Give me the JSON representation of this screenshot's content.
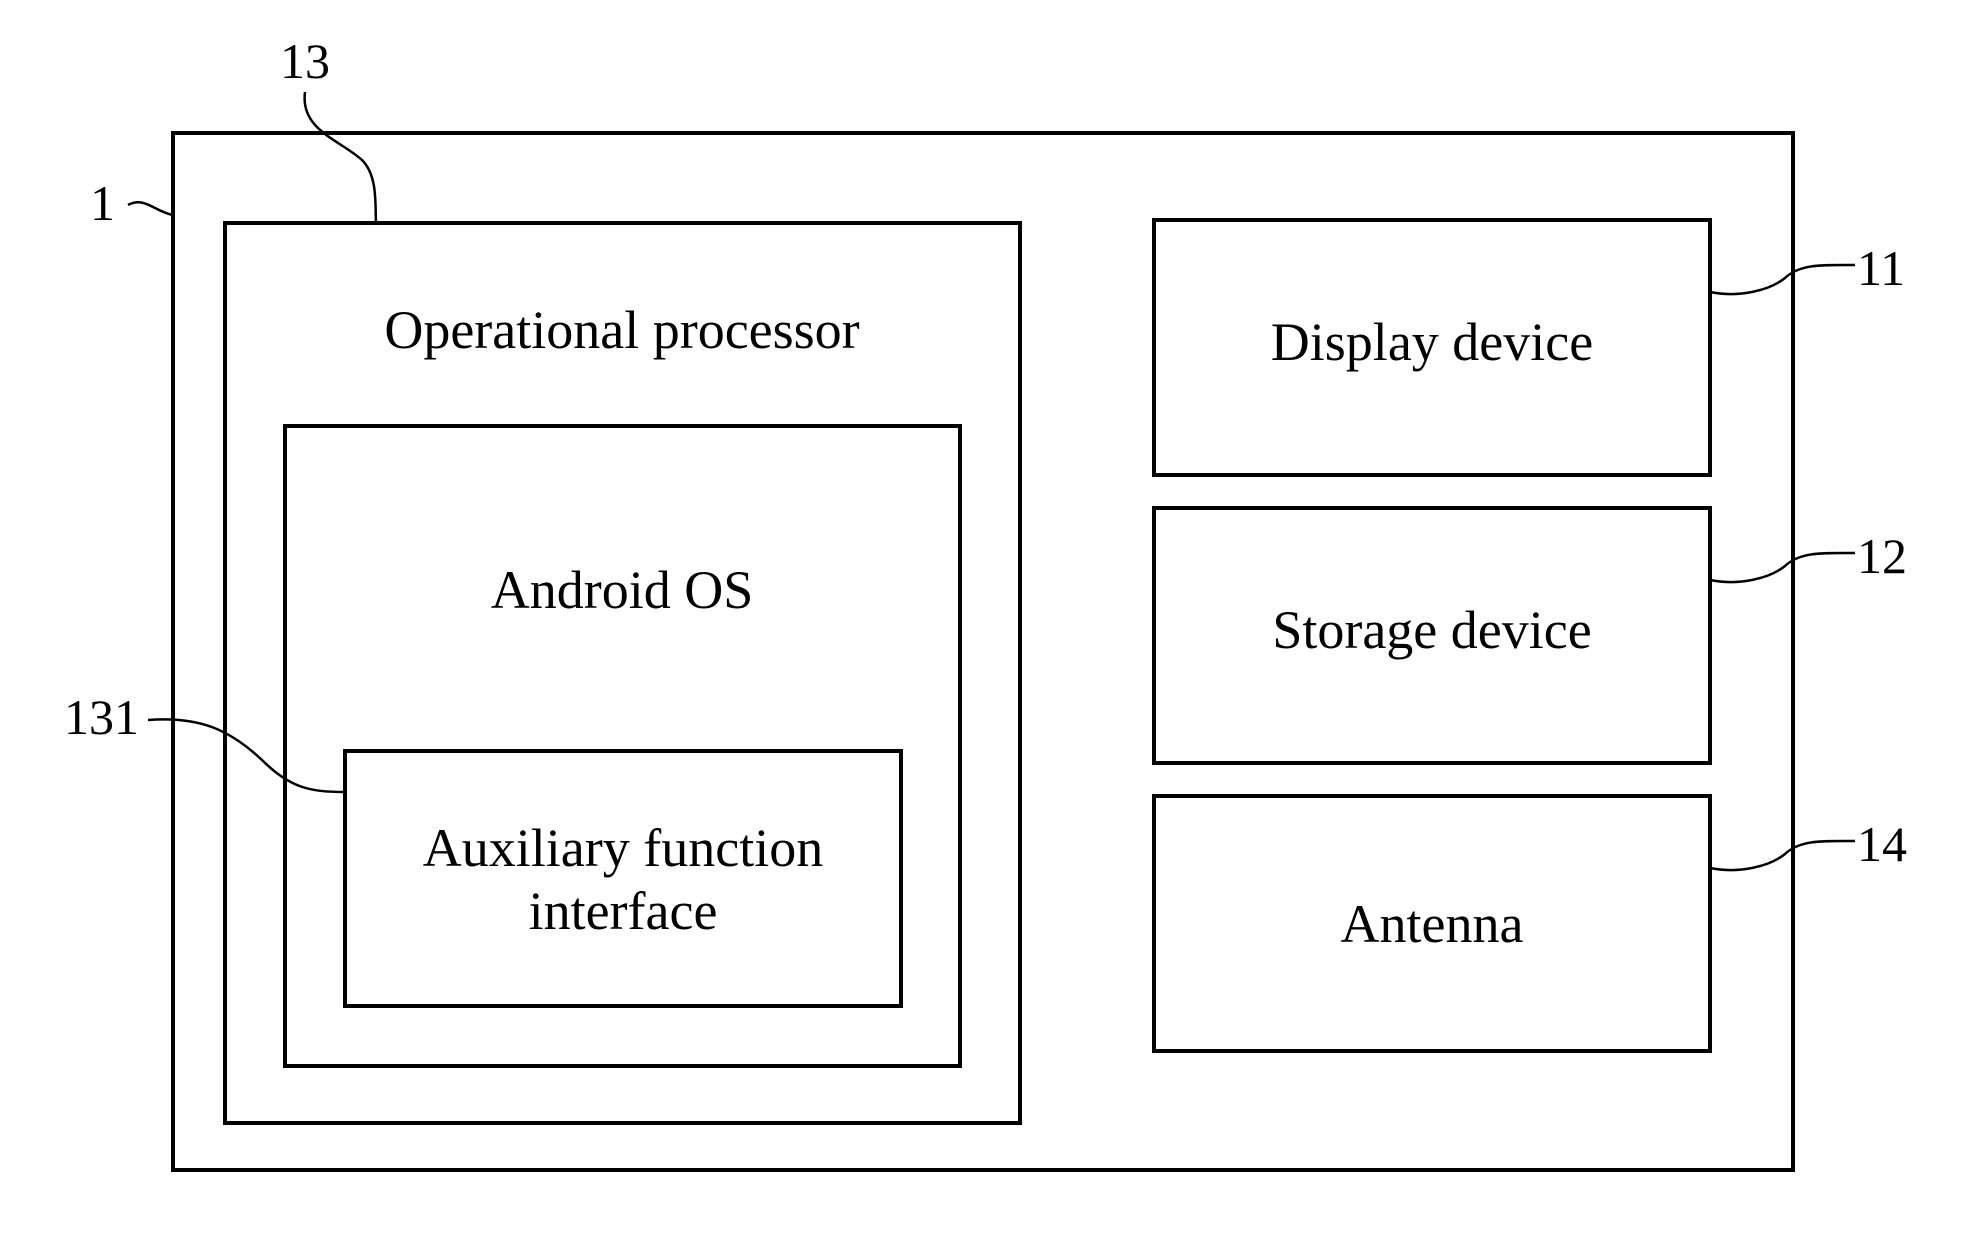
{
  "diagram": {
    "device": {
      "ref": "1"
    },
    "processor": {
      "ref": "13",
      "label": "Operational processor"
    },
    "os": {
      "label": "Android OS"
    },
    "aux_interface": {
      "ref": "131",
      "label_line1": "Auxiliary function",
      "label_line2": "interface"
    },
    "display": {
      "ref": "11",
      "label": "Display device"
    },
    "storage": {
      "ref": "12",
      "label": "Storage device"
    },
    "antenna": {
      "ref": "14",
      "label": "Antenna"
    }
  },
  "colors": {
    "stroke": "#000000",
    "background": "#ffffff"
  }
}
